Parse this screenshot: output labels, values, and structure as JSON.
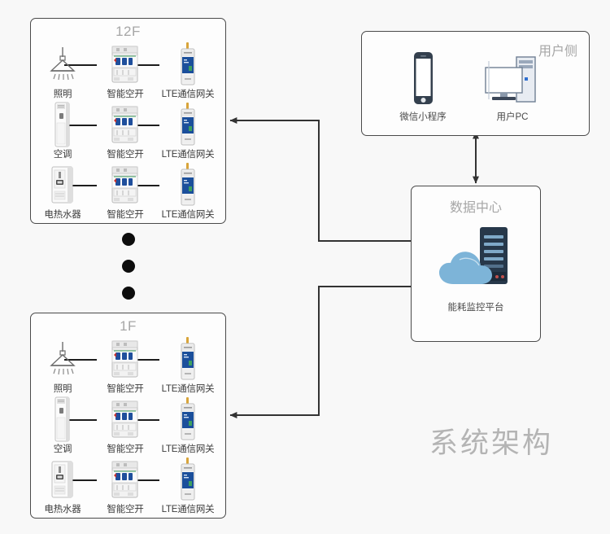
{
  "diagram": {
    "title": "系统架构",
    "background_color": "#f8f8f8",
    "line_color": "#333333"
  },
  "floors": [
    {
      "id": "12f",
      "title": "12F",
      "rows": [
        {
          "appliance": "照明",
          "appliance_icon": "pendant-lamp-icon",
          "breaker": "智能空开",
          "breaker_icon": "smart-circuit-breaker-icon",
          "gateway": "LTE通信网关",
          "gateway_icon": "lte-gateway-icon"
        },
        {
          "appliance": "空调",
          "appliance_icon": "cabinet-air-conditioner-icon",
          "breaker": "智能空开",
          "breaker_icon": "smart-circuit-breaker-icon",
          "gateway": "LTE通信网关",
          "gateway_icon": "lte-gateway-icon"
        },
        {
          "appliance": "电热水器",
          "appliance_icon": "electric-water-heater-icon",
          "breaker": "智能空开",
          "breaker_icon": "smart-circuit-breaker-icon",
          "gateway": "LTE通信网关",
          "gateway_icon": "lte-gateway-icon"
        }
      ]
    },
    {
      "id": "1f",
      "title": "1F",
      "rows": [
        {
          "appliance": "照明",
          "appliance_icon": "pendant-lamp-icon",
          "breaker": "智能空开",
          "breaker_icon": "smart-circuit-breaker-icon",
          "gateway": "LTE通信网关",
          "gateway_icon": "lte-gateway-icon"
        },
        {
          "appliance": "空调",
          "appliance_icon": "cabinet-air-conditioner-icon",
          "breaker": "智能空开",
          "breaker_icon": "smart-circuit-breaker-icon",
          "gateway": "LTE通信网关",
          "gateway_icon": "lte-gateway-icon"
        },
        {
          "appliance": "电热水器",
          "appliance_icon": "electric-water-heater-icon",
          "breaker": "智能空开",
          "breaker_icon": "smart-circuit-breaker-icon",
          "gateway": "LTE通信网关",
          "gateway_icon": "lte-gateway-icon"
        }
      ]
    }
  ],
  "ellipsis": {
    "dot_count": 3,
    "color": "#0d0d0d"
  },
  "user_side": {
    "title": "用户侧",
    "items": [
      {
        "label": "微信小程序",
        "icon": "smartphone-icon"
      },
      {
        "label": "用户PC",
        "icon": "desktop-computer-icon"
      }
    ]
  },
  "data_center": {
    "title": "数据中心",
    "platform_label": "能耗监控平台",
    "icon": "cloud-server-icon",
    "cloud_color": "#7db4d8",
    "server_color": "#27384a"
  },
  "connections": [
    {
      "from": "data-center",
      "to": "floor-12f",
      "direction": "one-way"
    },
    {
      "from": "data-center",
      "to": "floor-1f",
      "direction": "one-way"
    },
    {
      "from": "user-side",
      "to": "data-center",
      "direction": "two-way"
    }
  ]
}
